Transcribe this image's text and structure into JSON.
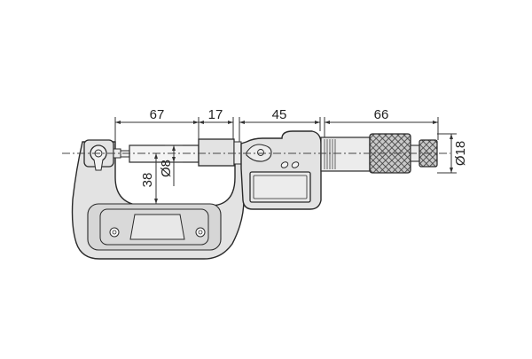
{
  "dimensions": {
    "spindle_length": "67",
    "anvil_block": "17",
    "display_width": "45",
    "thimble_length": "66",
    "throat_depth": "38",
    "spindle_diameter": "Ø8",
    "thimble_diameter": "Ø18"
  },
  "colors": {
    "frame_fill": "#e3e3e3",
    "frame_inner": "#d3d3d3",
    "line": "#2a2a2a",
    "knurl_fill": "#bdbdbd"
  },
  "icons": {
    "lock_clamp": "circle-clamp",
    "display_window": "lcd-rectangle",
    "ratchet": "knurled-cylinder"
  }
}
